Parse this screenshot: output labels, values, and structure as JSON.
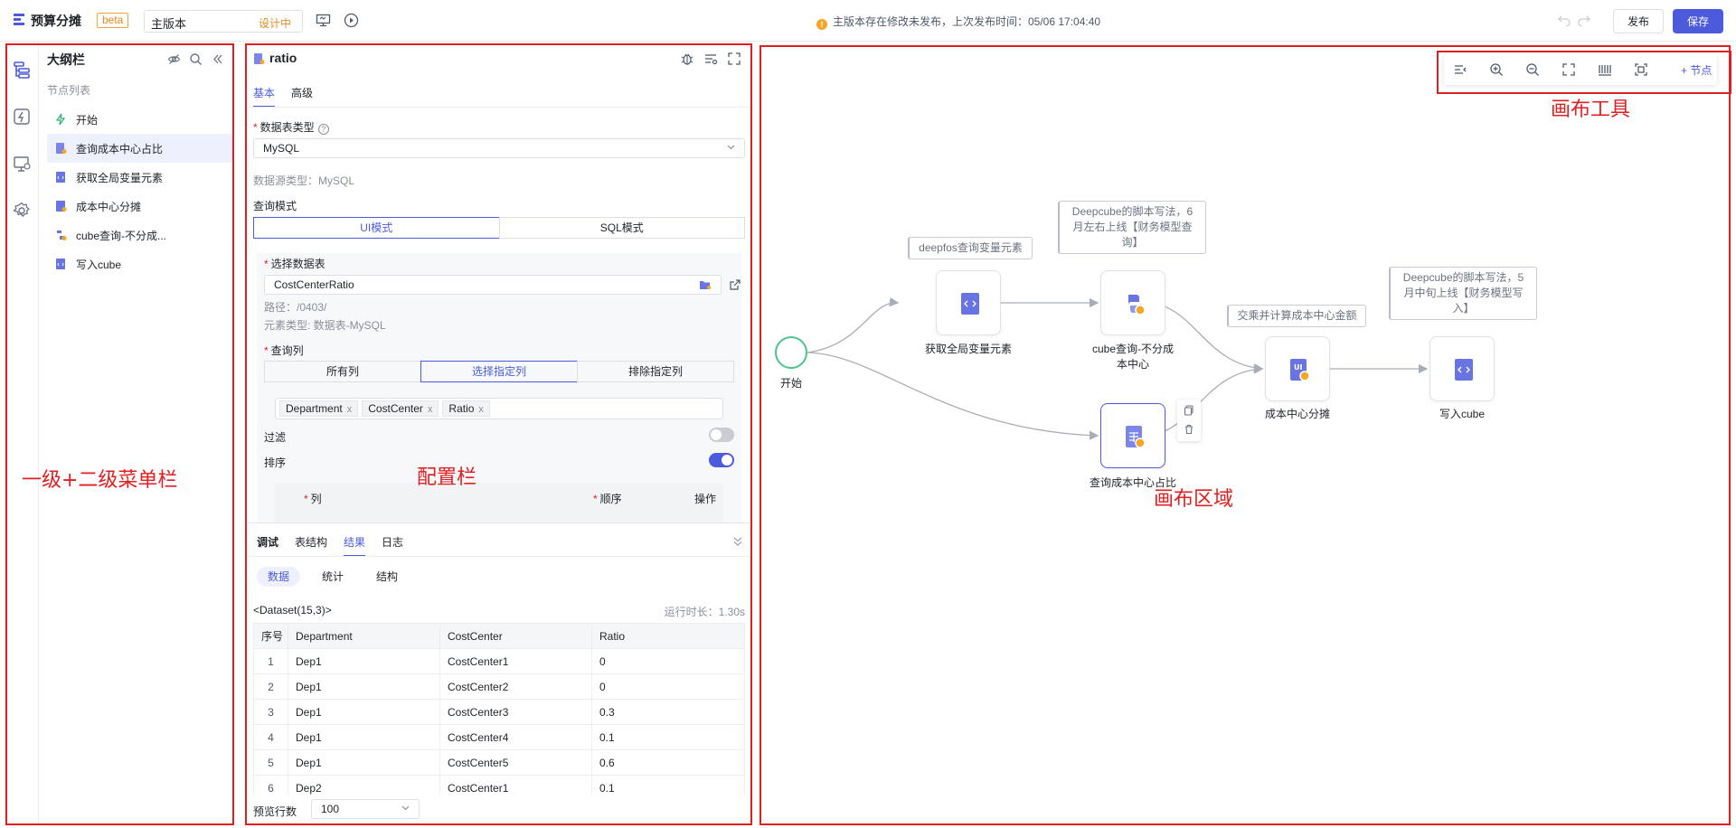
{
  "app": {
    "title": "预算分摊",
    "badge": "beta",
    "version_name": "主版本",
    "version_status": "设计中",
    "notice": "主版本存在修改未发布，上次发布时间：05/06 17:04:40",
    "notice_icon": "!",
    "publish_label": "发布",
    "save_label": "保存"
  },
  "colors": {
    "accent": "#4b5bdc",
    "annotation": "#e02020",
    "start_node": "#4cc38a",
    "warning": "#f5a623"
  },
  "annotations": {
    "menu": "一级+二级菜单栏",
    "config": "配置栏",
    "canvas": "画布区域",
    "tools": "画布工具"
  },
  "rail": {
    "icons": [
      "outline-tree-icon",
      "function-icon",
      "monitor-icon",
      "gear-icon"
    ]
  },
  "outline": {
    "title": "大纲栏",
    "subtitle": "节点列表",
    "items": [
      {
        "label": "开始",
        "icon": "lightning-icon"
      },
      {
        "label": "查询成本中心占比",
        "icon": "table-node-icon",
        "active": true
      },
      {
        "label": "获取全局变量元素",
        "icon": "script-node-icon"
      },
      {
        "label": "成本中心分摊",
        "icon": "ui-node-icon"
      },
      {
        "label": "cube查询-不分成...",
        "icon": "python-node-icon"
      },
      {
        "label": "写入cube",
        "icon": "script-node-icon"
      }
    ]
  },
  "config": {
    "title": "ratio",
    "tabs": [
      "基本",
      "高级"
    ],
    "datasource_type_label": "数据表类型",
    "datasource_type_value": "MySQL",
    "datasource_type_info": "数据源类型：MySQL",
    "query_mode_label": "查询模式",
    "query_modes": [
      "UI模式",
      "SQL模式"
    ],
    "select_table_label": "选择数据表",
    "select_table_value": "CostCenterRatio",
    "path": "路径：/0403/",
    "element_type": "元素类型: 数据表-MySQL",
    "query_cols_label": "查询列",
    "col_modes": [
      "所有列",
      "选择指定列",
      "排除指定列"
    ],
    "tags": [
      "Department",
      "CostCenter",
      "Ratio"
    ],
    "tag_remove": "x",
    "filter_label": "过滤",
    "filter_on": false,
    "sort_label": "排序",
    "sort_on": true,
    "sort_cols": {
      "col": "列",
      "order": "顺序",
      "action": "操作"
    }
  },
  "debug": {
    "tabs": [
      "调试",
      "表结构",
      "结果",
      "日志"
    ],
    "pills": [
      "数据",
      "统计",
      "结构"
    ],
    "dataset": "<Dataset(15,3)>",
    "runtime": "运行时长：1.30s",
    "columns": [
      "序号",
      "Department",
      "CostCenter",
      "Ratio"
    ],
    "rows": [
      [
        "1",
        "Dep1",
        "CostCenter1",
        "0"
      ],
      [
        "2",
        "Dep1",
        "CostCenter2",
        "0"
      ],
      [
        "3",
        "Dep1",
        "CostCenter3",
        "0.3"
      ],
      [
        "4",
        "Dep1",
        "CostCenter4",
        "0.1"
      ],
      [
        "5",
        "Dep1",
        "CostCenter5",
        "0.6"
      ],
      [
        "6",
        "Dep2",
        "CostCenter1",
        "0.1"
      ]
    ],
    "preview_label": "预览行数",
    "preview_value": "100"
  },
  "canvas": {
    "add_node": "+ 节点",
    "start_label": "开始",
    "nodes": {
      "global_var": "获取全局变量元素",
      "cube_query": "cube查询-不分成\n本中心",
      "ratio": "查询成本中心占比",
      "allocate": "成本中心分摊",
      "write_cube": "写入cube"
    },
    "comments": {
      "global_var": "deepfos查询变量元素",
      "cube_query": "Deepcube的脚本写法，6\n月左右上线【财务模型查\n询】",
      "allocate": "交乘并计算成本中心金额",
      "write_cube": "Deepcube的脚本写法，5\n月中旬上线【财务模型写\n入】"
    }
  }
}
